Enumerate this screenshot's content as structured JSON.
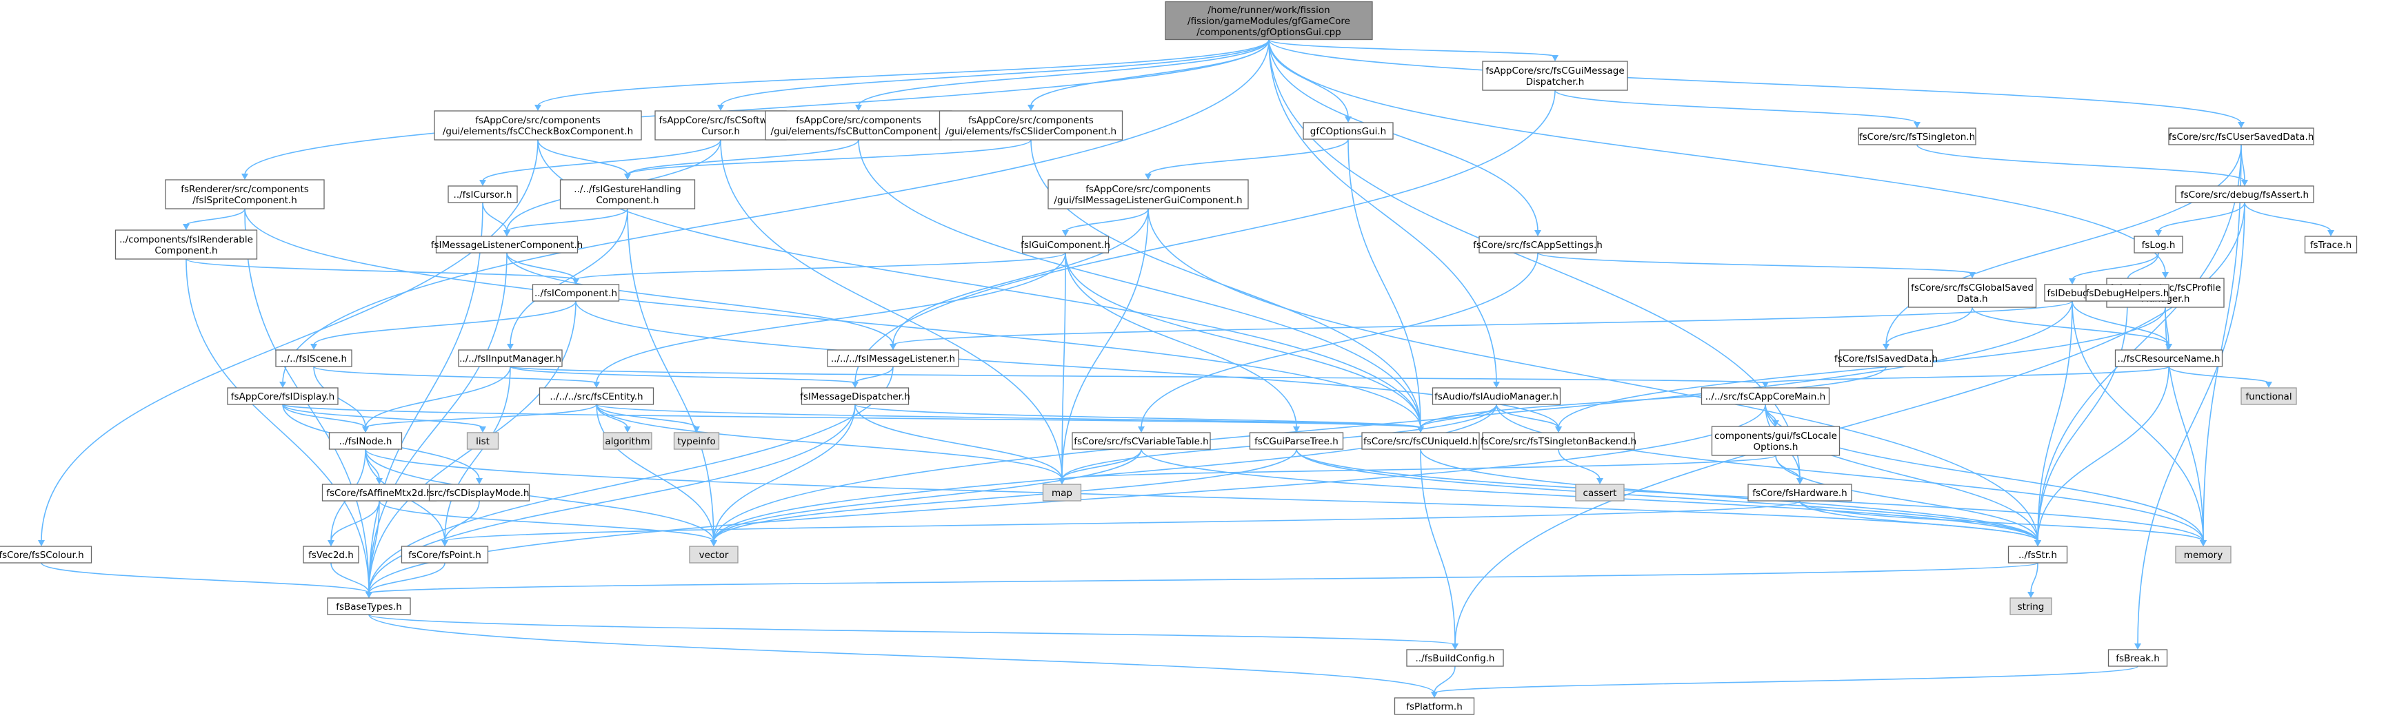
{
  "colors": {
    "edge": "#63b8ff",
    "node_fill": "#ffffff",
    "root_fill": "#999999",
    "external_fill": "#e0e0e0",
    "border": "#666666"
  },
  "nodes": [
    {
      "id": "root",
      "kind": "root",
      "lines": [
        "/home/runner/work/fission",
        "/fission/gameModules/gfGameCore",
        "/components/gfOptionsGui.cpp"
      ]
    },
    {
      "id": "checkbox",
      "kind": "normal",
      "lines": [
        "fsAppCore/src/components",
        "/gui/elements/fsCCheckBoxComponent.h"
      ]
    },
    {
      "id": "softcursor",
      "kind": "normal",
      "lines": [
        "fsAppCore/src/fsCSoftware",
        "Cursor.h"
      ]
    },
    {
      "id": "buttoncomp",
      "kind": "normal",
      "lines": [
        "fsAppCore/src/components",
        "/gui/elements/fsCButtonComponent.h"
      ]
    },
    {
      "id": "slidercomp",
      "kind": "normal",
      "lines": [
        "fsAppCore/src/components",
        "/gui/elements/fsCSliderComponent.h"
      ]
    },
    {
      "id": "gfoptionsgui",
      "kind": "normal",
      "lines": [
        "gfCOptionsGui.h"
      ]
    },
    {
      "id": "guimsgdisp",
      "kind": "normal",
      "lines": [
        "fsAppCore/src/fsCGuiMessage",
        "Dispatcher.h"
      ]
    },
    {
      "id": "usersaved",
      "kind": "normal",
      "lines": [
        "fsCore/src/fsCUserSavedData.h"
      ]
    },
    {
      "id": "tsingleton",
      "kind": "normal",
      "lines": [
        "fsCore/src/fsTSingleton.h"
      ]
    },
    {
      "id": "spritecomp",
      "kind": "normal",
      "lines": [
        "fsRenderer/src/components",
        "/fsISpriteComponent.h"
      ]
    },
    {
      "id": "icursor",
      "kind": "normal",
      "lines": [
        "../fsICursor.h"
      ]
    },
    {
      "id": "gesture",
      "kind": "normal",
      "lines": [
        "../../fsIGestureHandling",
        "Component.h"
      ]
    },
    {
      "id": "msglistenerguicomp",
      "kind": "normal",
      "lines": [
        "fsAppCore/src/components",
        "/gui/fsIMessageListenerGuiComponent.h"
      ]
    },
    {
      "id": "debugassert",
      "kind": "normal",
      "lines": [
        "fsCore/src/debug/fsAssert.h"
      ]
    },
    {
      "id": "renderable",
      "kind": "normal",
      "lines": [
        "../components/fsIRenderable",
        "Component.h"
      ]
    },
    {
      "id": "msglistenercomp",
      "kind": "normal",
      "lines": [
        "fsIMessageListenerComponent.h"
      ]
    },
    {
      "id": "iguicomp",
      "kind": "normal",
      "lines": [
        "fsIGuiComponent.h"
      ]
    },
    {
      "id": "cappsettings",
      "kind": "normal",
      "lines": [
        "fsCore/src/fsCAppSettings.h"
      ]
    },
    {
      "id": "fslog",
      "kind": "normal",
      "lines": [
        "fsLog.h"
      ]
    },
    {
      "id": "fstrace",
      "kind": "normal",
      "lines": [
        "fsTrace.h"
      ]
    },
    {
      "id": "icomponent",
      "kind": "normal",
      "lines": [
        "../fsIComponent.h"
      ]
    },
    {
      "id": "fsidebug",
      "kind": "normal",
      "lines": [
        "fsIDebug.h"
      ]
    },
    {
      "id": "globalsaved",
      "kind": "normal",
      "lines": [
        "fsCore/src/fsCGlobalSaved",
        "Data.h"
      ]
    },
    {
      "id": "profilemgr",
      "kind": "normal",
      "lines": [
        "fsAppCore/src/fsCProfile",
        "Manager.h"
      ]
    },
    {
      "id": "debughelpers",
      "kind": "normal",
      "lines": [
        "fsDebugHelpers.h"
      ]
    },
    {
      "id": "iscene",
      "kind": "normal",
      "lines": [
        "../../fsIScene.h"
      ]
    },
    {
      "id": "inputmgr",
      "kind": "normal",
      "lines": [
        "../../fsIInputManager.h"
      ]
    },
    {
      "id": "imsglistener",
      "kind": "normal",
      "lines": [
        "../../../fsIMessageListener.h"
      ]
    },
    {
      "id": "isaved",
      "kind": "normal",
      "lines": [
        "fsCore/fsISavedData.h"
      ]
    },
    {
      "id": "resname",
      "kind": "normal",
      "lines": [
        "../fsCResourceName.h"
      ]
    },
    {
      "id": "fsidisplay",
      "kind": "normal",
      "lines": [
        "fsAppCore/fsIDisplay.h"
      ]
    },
    {
      "id": "centity",
      "kind": "normal",
      "lines": [
        "../../../src/fsCEntity.h"
      ]
    },
    {
      "id": "msgdispatcher",
      "kind": "normal",
      "lines": [
        "fsIMessageDispatcher.h"
      ]
    },
    {
      "id": "audiomgr",
      "kind": "normal",
      "lines": [
        "fsAudio/fsIAudioManager.h"
      ]
    },
    {
      "id": "cappcoremain",
      "kind": "normal",
      "lines": [
        "../../src/fsCAppCoreMain.h"
      ]
    },
    {
      "id": "functional",
      "kind": "ext",
      "lines": [
        "functional"
      ]
    },
    {
      "id": "list",
      "kind": "ext",
      "lines": [
        "list"
      ]
    },
    {
      "id": "algorithm",
      "kind": "ext",
      "lines": [
        "algorithm"
      ]
    },
    {
      "id": "typeinfo",
      "kind": "ext",
      "lines": [
        "typeinfo"
      ]
    },
    {
      "id": "inode",
      "kind": "normal",
      "lines": [
        "../fsINode.h"
      ]
    },
    {
      "id": "variabletable",
      "kind": "normal",
      "lines": [
        "fsCore/src/fsCVariableTable.h"
      ]
    },
    {
      "id": "guiparsetree",
      "kind": "normal",
      "lines": [
        "fsCGuiParseTree.h"
      ]
    },
    {
      "id": "uniqueid",
      "kind": "normal",
      "lines": [
        "fsCore/src/fsCUniqueId.h"
      ]
    },
    {
      "id": "tsingletonbackend",
      "kind": "normal",
      "lines": [
        "fsCore/src/fsTSingletonBackend.h"
      ]
    },
    {
      "id": "localeoptions",
      "kind": "normal",
      "lines": [
        "components/gui/fsCLocale",
        "Options.h"
      ]
    },
    {
      "id": "affinemtx",
      "kind": "normal",
      "lines": [
        "fsCore/fsAffineMtx2d.h"
      ]
    },
    {
      "id": "displaymode",
      "kind": "normal",
      "lines": [
        "src/fsCDisplayMode.h"
      ]
    },
    {
      "id": "map",
      "kind": "ext",
      "lines": [
        "map"
      ]
    },
    {
      "id": "cassert",
      "kind": "ext",
      "lines": [
        "cassert"
      ]
    },
    {
      "id": "hardware",
      "kind": "normal",
      "lines": [
        "fsCore/fsHardware.h"
      ]
    },
    {
      "id": "colour",
      "kind": "normal",
      "lines": [
        "fsCore/fsSColour.h"
      ]
    },
    {
      "id": "vec2d",
      "kind": "normal",
      "lines": [
        "fsVec2d.h"
      ]
    },
    {
      "id": "point",
      "kind": "normal",
      "lines": [
        "fsCore/fsPoint.h"
      ]
    },
    {
      "id": "vector",
      "kind": "ext",
      "lines": [
        "vector"
      ]
    },
    {
      "id": "fsstr",
      "kind": "normal",
      "lines": [
        "../fsStr.h"
      ]
    },
    {
      "id": "memory",
      "kind": "ext",
      "lines": [
        "memory"
      ]
    },
    {
      "id": "string",
      "kind": "ext",
      "lines": [
        "string"
      ]
    },
    {
      "id": "basetypes",
      "kind": "normal",
      "lines": [
        "fsBaseTypes.h"
      ]
    },
    {
      "id": "buildconfig",
      "kind": "normal",
      "lines": [
        "../fsBuildConfig.h"
      ]
    },
    {
      "id": "fsbreak",
      "kind": "normal",
      "lines": [
        "fsBreak.h"
      ]
    },
    {
      "id": "platform",
      "kind": "normal",
      "lines": [
        "fsPlatform.h"
      ]
    }
  ],
  "edges": [
    [
      "root",
      "checkbox"
    ],
    [
      "root",
      "softcursor"
    ],
    [
      "root",
      "buttoncomp"
    ],
    [
      "root",
      "slidercomp"
    ],
    [
      "root",
      "gfoptionsgui"
    ],
    [
      "root",
      "guimsgdisp"
    ],
    [
      "root",
      "usersaved"
    ],
    [
      "root",
      "spritecomp"
    ],
    [
      "root",
      "fsidisplay"
    ],
    [
      "root",
      "cappsettings"
    ],
    [
      "root",
      "profilemgr"
    ],
    [
      "root",
      "audiomgr"
    ],
    [
      "root",
      "hardware"
    ],
    [
      "checkbox",
      "gesture"
    ],
    [
      "checkbox",
      "colour"
    ],
    [
      "checkbox",
      "uniqueid"
    ],
    [
      "softcursor",
      "icursor"
    ],
    [
      "softcursor",
      "msglistenercomp"
    ],
    [
      "softcursor",
      "map"
    ],
    [
      "buttoncomp",
      "gesture"
    ],
    [
      "buttoncomp",
      "uniqueid"
    ],
    [
      "slidercomp",
      "gesture"
    ],
    [
      "slidercomp",
      "uniqueid"
    ],
    [
      "gfoptionsgui",
      "msglistenerguicomp"
    ],
    [
      "gfoptionsgui",
      "uniqueid"
    ],
    [
      "guimsgdisp",
      "msgdispatcher"
    ],
    [
      "guimsgdisp",
      "tsingleton"
    ],
    [
      "usersaved",
      "debugassert"
    ],
    [
      "usersaved",
      "isaved"
    ],
    [
      "usersaved",
      "fsstr"
    ],
    [
      "usersaved",
      "memory"
    ],
    [
      "tsingleton",
      "debugassert"
    ],
    [
      "spritecomp",
      "renderable"
    ],
    [
      "spritecomp",
      "uniqueid"
    ],
    [
      "spritecomp",
      "basetypes"
    ],
    [
      "icursor",
      "msglistenercomp"
    ],
    [
      "icursor",
      "basetypes"
    ],
    [
      "gesture",
      "msglistenercomp"
    ],
    [
      "gesture",
      "inputmgr"
    ],
    [
      "gesture",
      "vector"
    ],
    [
      "msglistenerguicomp",
      "iguicomp"
    ],
    [
      "msglistenerguicomp",
      "imsglistener"
    ],
    [
      "msglistenerguicomp",
      "map"
    ],
    [
      "msglistenerguicomp",
      "fsstr"
    ],
    [
      "debugassert",
      "fslog"
    ],
    [
      "debugassert",
      "fstrace"
    ],
    [
      "debugassert",
      "fsbreak"
    ],
    [
      "debugassert",
      "buildconfig"
    ],
    [
      "renderable",
      "icomponent"
    ],
    [
      "renderable",
      "basetypes"
    ],
    [
      "msglistenercomp",
      "icomponent"
    ],
    [
      "msglistenercomp",
      "imsglistener"
    ],
    [
      "msglistenercomp",
      "basetypes"
    ],
    [
      "iguicomp",
      "icomponent"
    ],
    [
      "iguicomp",
      "centity"
    ],
    [
      "iguicomp",
      "guiparsetree"
    ],
    [
      "iguicomp",
      "uniqueid"
    ],
    [
      "iguicomp",
      "map"
    ],
    [
      "cappsettings",
      "globalsaved"
    ],
    [
      "cappsettings",
      "variabletable"
    ],
    [
      "fslog",
      "fsidebug"
    ],
    [
      "fslog",
      "debughelpers"
    ],
    [
      "icomponent",
      "iscene"
    ],
    [
      "icomponent",
      "tsingletonbackend"
    ],
    [
      "icomponent",
      "basetypes"
    ],
    [
      "fsidebug",
      "imsglistener"
    ],
    [
      "fsidebug",
      "resname"
    ],
    [
      "fsidebug",
      "fsstr"
    ],
    [
      "fsidebug",
      "vector"
    ],
    [
      "fsidebug",
      "memory"
    ],
    [
      "globalsaved",
      "isaved"
    ],
    [
      "globalsaved",
      "resname"
    ],
    [
      "profilemgr",
      "resname"
    ],
    [
      "profilemgr",
      "tsingletonbackend"
    ],
    [
      "profilemgr",
      "memory"
    ],
    [
      "debughelpers",
      "fsstr"
    ],
    [
      "iscene",
      "centity"
    ],
    [
      "iscene",
      "inode"
    ],
    [
      "inputmgr",
      "msgdispatcher"
    ],
    [
      "inputmgr",
      "inode"
    ],
    [
      "inputmgr",
      "cappcoremain"
    ],
    [
      "inputmgr",
      "point"
    ],
    [
      "imsglistener",
      "msgdispatcher"
    ],
    [
      "imsglistener",
      "basetypes"
    ],
    [
      "isaved",
      "uniqueid"
    ],
    [
      "resname",
      "cappcoremain"
    ],
    [
      "resname",
      "functional"
    ],
    [
      "resname",
      "fsstr"
    ],
    [
      "fsidisplay",
      "inode"
    ],
    [
      "fsidisplay",
      "list"
    ],
    [
      "fsidisplay",
      "displaymode"
    ],
    [
      "fsidisplay",
      "uniqueid"
    ],
    [
      "centity",
      "inode"
    ],
    [
      "centity",
      "algorithm"
    ],
    [
      "centity",
      "typeinfo"
    ],
    [
      "centity",
      "vector"
    ],
    [
      "centity",
      "map"
    ],
    [
      "centity",
      "uniqueid"
    ],
    [
      "msgdispatcher",
      "uniqueid"
    ],
    [
      "msgdispatcher",
      "map"
    ],
    [
      "msgdispatcher",
      "vector"
    ],
    [
      "msgdispatcher",
      "basetypes"
    ],
    [
      "audiomgr",
      "uniqueid"
    ],
    [
      "audiomgr",
      "tsingletonbackend"
    ],
    [
      "audiomgr",
      "map"
    ],
    [
      "audiomgr",
      "vector"
    ],
    [
      "audiomgr",
      "memory"
    ],
    [
      "cappcoremain",
      "localeoptions"
    ],
    [
      "cappcoremain",
      "hardware"
    ],
    [
      "cappcoremain",
      "basetypes"
    ],
    [
      "cappcoremain",
      "memory"
    ],
    [
      "cappcoremain",
      "fsstr"
    ],
    [
      "inode",
      "affinemtx"
    ],
    [
      "inode",
      "vec2d"
    ],
    [
      "inode",
      "point"
    ],
    [
      "inode",
      "vector"
    ],
    [
      "inode",
      "fsstr"
    ],
    [
      "variabletable",
      "map"
    ],
    [
      "variabletable",
      "vector"
    ],
    [
      "variabletable",
      "fsstr"
    ],
    [
      "guiparsetree",
      "vector"
    ],
    [
      "guiparsetree",
      "memory"
    ],
    [
      "guiparsetree",
      "fsstr"
    ],
    [
      "uniqueid",
      "fsstr"
    ],
    [
      "uniqueid",
      "buildconfig"
    ],
    [
      "tsingletonbackend",
      "cassert"
    ],
    [
      "localeoptions",
      "hardware"
    ],
    [
      "localeoptions",
      "map"
    ],
    [
      "localeoptions",
      "fsstr"
    ],
    [
      "affinemtx",
      "vec2d"
    ],
    [
      "affinemtx",
      "basetypes"
    ],
    [
      "affinemtx",
      "vector"
    ],
    [
      "displaymode",
      "point"
    ],
    [
      "hardware",
      "fsstr"
    ],
    [
      "hardware",
      "memory"
    ],
    [
      "hardware",
      "point"
    ],
    [
      "colour",
      "basetypes"
    ],
    [
      "vec2d",
      "basetypes"
    ],
    [
      "point",
      "basetypes"
    ],
    [
      "fsstr",
      "string"
    ],
    [
      "fsstr",
      "basetypes"
    ],
    [
      "basetypes",
      "buildconfig"
    ],
    [
      "basetypes",
      "platform"
    ],
    [
      "buildconfig",
      "platform"
    ],
    [
      "fsbreak",
      "platform"
    ]
  ]
}
